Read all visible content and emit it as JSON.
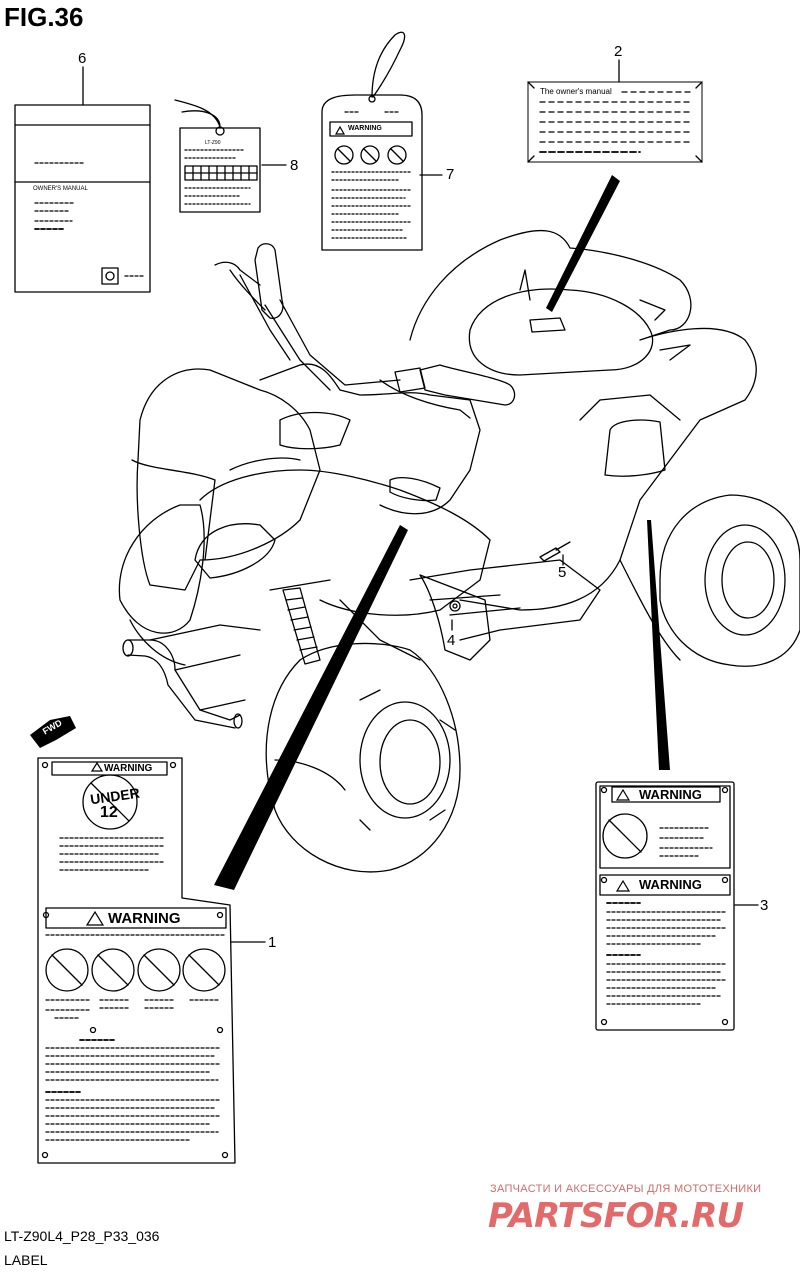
{
  "figure": {
    "title": "FIG.36",
    "code": "LT-Z90L4_P28_P33_036",
    "section": "LABEL"
  },
  "callouts": [
    "1",
    "2",
    "3",
    "4",
    "5",
    "6",
    "7",
    "8"
  ],
  "labels": {
    "owners_manual_6": "OWNER'S MANUAL",
    "owners_manual_2": "The owner's manual",
    "under_12_top": "UNDER",
    "under_12_num": "12",
    "warning": "WARNING",
    "fwd": "FWD",
    "tag8_line": "LT-Z90"
  },
  "watermark": {
    "text": "ЗАПЧАСТИ И АКСЕССУАРЫ ДЛЯ МОТОТЕХНИКИ",
    "logo": "PARTSFOR.RU"
  }
}
